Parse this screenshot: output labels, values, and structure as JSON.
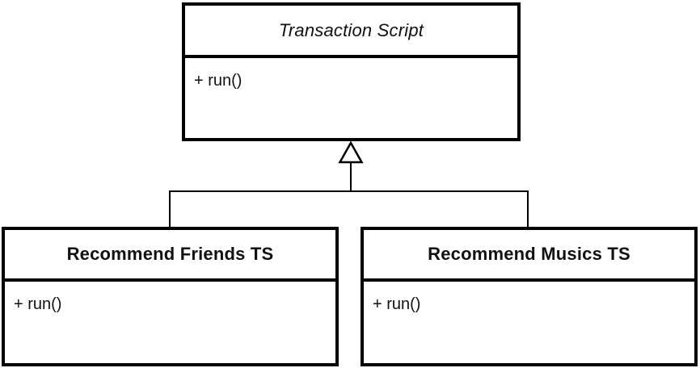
{
  "diagram": {
    "type": "uml-class-diagram",
    "classes": [
      {
        "id": "transaction-script",
        "name": "Transaction Script",
        "name_style": "italic",
        "abstract": true,
        "methods": [
          "+ run()"
        ]
      },
      {
        "id": "recommend-friends-ts",
        "name": "Recommend Friends TS",
        "name_style": "bold",
        "abstract": false,
        "methods": [
          "+ run()"
        ]
      },
      {
        "id": "recommend-musics-ts",
        "name": "Recommend Musics TS",
        "name_style": "bold",
        "abstract": false,
        "methods": [
          "+ run()"
        ]
      }
    ],
    "relationships": [
      {
        "type": "generalization",
        "from": "Recommend Friends TS",
        "to": "Transaction Script"
      },
      {
        "type": "generalization",
        "from": "Recommend Musics TS",
        "to": "Transaction Script"
      }
    ],
    "colors": {
      "line": "#000000",
      "fill": "#ffffff",
      "text": "#111111"
    }
  }
}
